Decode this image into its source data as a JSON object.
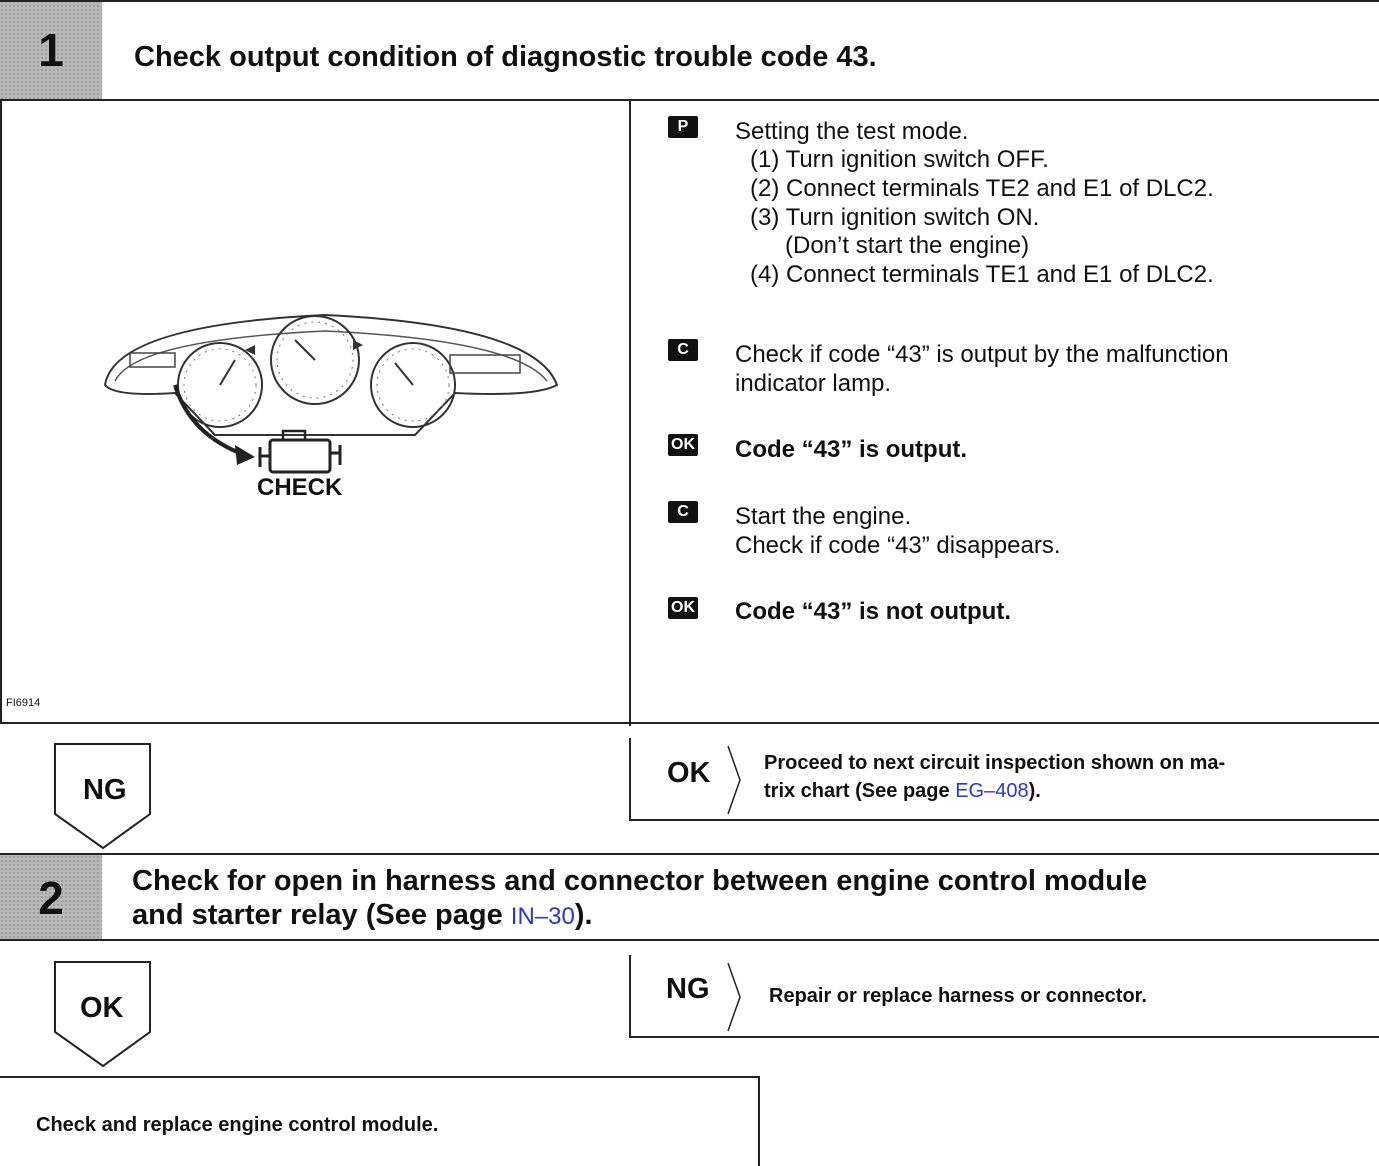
{
  "step1": {
    "number": "1",
    "title": "Check output condition of diagnostic trouble code 43.",
    "figure_id": "FI6914",
    "figure_label": "CHECK",
    "procedure": [
      {
        "marker": "P",
        "lines": [
          "Setting the test mode.",
          "(1) Turn ignition switch OFF.",
          "(2) Connect terminals TE2 and E1 of DLC2.",
          "(3) Turn ignition switch ON.",
          "(Don’t start the engine)",
          "(4) Connect terminals TE1 and E1 of DLC2."
        ]
      },
      {
        "marker": "C",
        "lines": [
          "Check if code “43” is output by the malfunction",
          "indicator lamp."
        ]
      },
      {
        "marker": "OK",
        "lines": [
          "Code “43” is output."
        ]
      },
      {
        "marker": "C",
        "lines": [
          "Start the engine.",
          "Check if code “43” disappears."
        ]
      },
      {
        "marker": "OK",
        "lines": [
          "Code “43” is not output."
        ]
      }
    ],
    "ng_label": "NG",
    "ok_label": "OK",
    "ok_result_line1": "Proceed to next circuit inspection shown on ma-",
    "ok_result_line2_pre": "trix chart (See page ",
    "ok_result_link": "EG–408",
    "ok_result_line2_post": ")."
  },
  "step2": {
    "number": "2",
    "title_line1": "Check for open in harness and connector between engine control module",
    "title_line2_pre": "and starter relay (See page ",
    "title_link": "IN–30",
    "title_line2_post": ").",
    "ok_label": "OK",
    "ng_label": "NG",
    "ng_result": "Repair or replace harness or connector."
  },
  "final": {
    "text": "Check and replace engine control module."
  }
}
